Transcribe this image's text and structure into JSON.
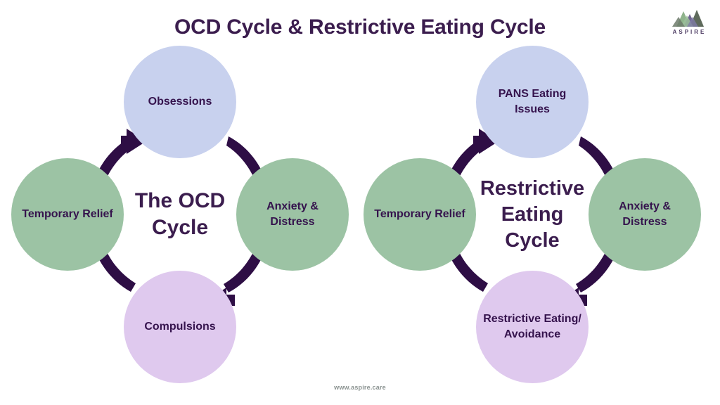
{
  "page": {
    "title": "OCD Cycle & Restrictive Eating Cycle",
    "background_color": "#FFFFFF",
    "footer_url": "www.aspire.care"
  },
  "logo": {
    "name": "aspire-logo",
    "wordmark": "ASPIRE",
    "icon": "mountain-peaks-icon",
    "colors": {
      "peak_green": "#8FB48C",
      "peak_purple": "#7A6E96",
      "peak_dark": "#5E6A5C",
      "wordmark": "#4A3860"
    }
  },
  "colors": {
    "periwinkle": "#C8D1EE",
    "sage_green": "#9CC3A4",
    "lilac": "#DFC9EE",
    "deep_purple_text": "#35134D",
    "title_purple": "#3B1D4E",
    "arrow_purple": "#2E0E45",
    "footer_gray": "#8A9290"
  },
  "cycles": [
    {
      "id": "ocd-cycle",
      "center_label": "The OCD\nCycle",
      "center_label_lines": [
        "The OCD",
        "Cycle"
      ],
      "nodes": [
        {
          "position": "top",
          "label": "Obsessions",
          "lines": [
            "Obsessions"
          ],
          "color": "#C8D1EE",
          "color_name": "periwinkle"
        },
        {
          "position": "right",
          "label": "Anxiety & Distress",
          "lines": [
            "Anxiety &",
            "Distress"
          ],
          "color": "#9CC3A4",
          "color_name": "sage_green"
        },
        {
          "position": "bottom",
          "label": "Compulsions",
          "lines": [
            "Compulsions"
          ],
          "color": "#DFC9EE",
          "color_name": "lilac"
        },
        {
          "position": "left",
          "label": "Temporary Relief",
          "lines": [
            "Temporary",
            "Relief"
          ],
          "color": "#9CC3A4",
          "color_name": "sage_green"
        }
      ],
      "arrows": [
        {
          "from": "top",
          "to": "right",
          "direction": "clockwise"
        },
        {
          "from": "right",
          "to": "bottom",
          "direction": "clockwise"
        },
        {
          "from": "bottom",
          "to": "left",
          "direction": "clockwise"
        },
        {
          "from": "left",
          "to": "top",
          "direction": "clockwise"
        }
      ]
    },
    {
      "id": "restrictive-eating-cycle",
      "center_label": "Restrictive\nEating\nCycle",
      "center_label_lines": [
        "Restrictive",
        "Eating",
        "Cycle"
      ],
      "nodes": [
        {
          "position": "top",
          "label": "PANS Eating Issues",
          "lines": [
            "PANS Eating",
            "Issues"
          ],
          "color": "#C8D1EE",
          "color_name": "periwinkle"
        },
        {
          "position": "right",
          "label": "Anxiety & Distress",
          "lines": [
            "Anxiety &",
            "Distress"
          ],
          "color": "#9CC3A4",
          "color_name": "sage_green"
        },
        {
          "position": "bottom",
          "label": "Restrictive Eating/ Avoidance",
          "lines": [
            "Restrictive",
            "Eating/",
            "Avoidance"
          ],
          "color": "#DFC9EE",
          "color_name": "lilac"
        },
        {
          "position": "left",
          "label": "Temporary Relief",
          "lines": [
            "Temporary",
            "Relief"
          ],
          "color": "#9CC3A4",
          "color_name": "sage_green"
        }
      ],
      "arrows": [
        {
          "from": "top",
          "to": "right",
          "direction": "clockwise"
        },
        {
          "from": "right",
          "to": "bottom",
          "direction": "clockwise"
        },
        {
          "from": "bottom",
          "to": "left",
          "direction": "clockwise"
        },
        {
          "from": "left",
          "to": "top",
          "direction": "clockwise"
        }
      ]
    }
  ]
}
